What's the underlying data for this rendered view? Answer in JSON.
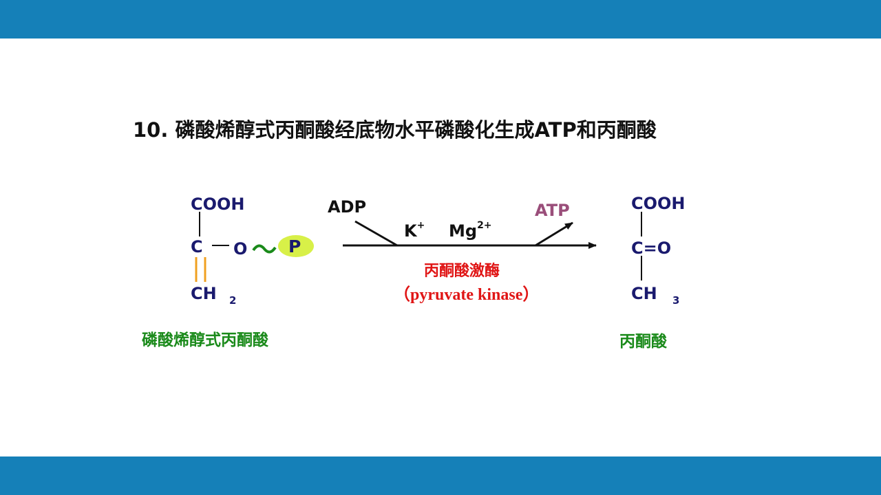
{
  "title": "10.  磷酸烯醇式丙酮酸经底物水平磷酸化生成ATP和丙酮酸",
  "substrate": {
    "cooh": "COOH",
    "c": "C",
    "o": "O",
    "p": "P",
    "ch": "CH",
    "sub": "2",
    "name": "磷酸烯醇式丙酮酸"
  },
  "reaction": {
    "adp": "ADP",
    "atp": "ATP",
    "k": "K",
    "k_sup": "+",
    "mg": "Mg",
    "mg_sup": "2+",
    "enzyme_cn": "丙酮酸激酶",
    "enzyme_en": "（pyruvate kinase）"
  },
  "product": {
    "cooh": "COOH",
    "c": "C",
    "eq": "=",
    "o": "O",
    "ch": "CH",
    "sub": "3",
    "name": "丙酮酸"
  },
  "colors": {
    "header_bar": "#1580b8",
    "molecule": "#1a1a6e",
    "name_label": "#1a8a1a",
    "enzyme": "#e01515",
    "atp": "#9a4e7a",
    "double_bond": "#f0a020",
    "phosphate_highlight": "#d8f048",
    "squiggle": "#1a8a1a"
  }
}
